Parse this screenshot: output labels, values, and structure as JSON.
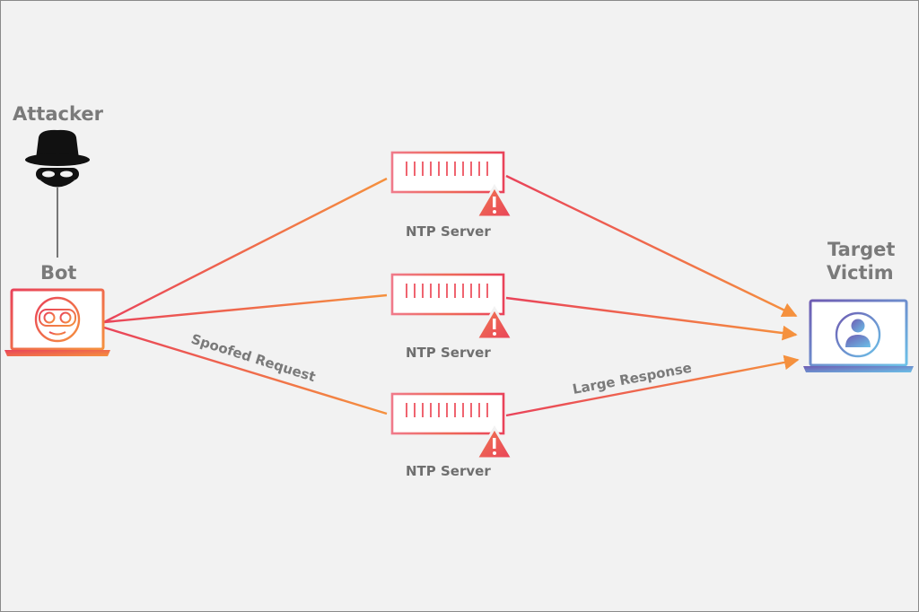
{
  "nodes": {
    "attacker": {
      "label": "Attacker",
      "icon": "spy-hat-icon"
    },
    "bot": {
      "label": "Bot",
      "icon": "robot-laptop-icon"
    },
    "servers": [
      {
        "label": "NTP Server",
        "icon": "server-warning-icon"
      },
      {
        "label": "NTP Server",
        "icon": "server-warning-icon"
      },
      {
        "label": "NTP Server",
        "icon": "server-warning-icon"
      }
    ],
    "victim": {
      "label_line1": "Target",
      "label_line2": "Victim",
      "icon": "user-laptop-icon"
    }
  },
  "edges": {
    "spoofed_request": "Spoofed Request",
    "large_response": "Large Response"
  },
  "colors": {
    "background": "#f2f2f2",
    "text": "#7a7a7a",
    "red": "#e9435a",
    "orange": "#f5913e",
    "purple": "#6e5bb2",
    "blue": "#6cc1e8"
  }
}
